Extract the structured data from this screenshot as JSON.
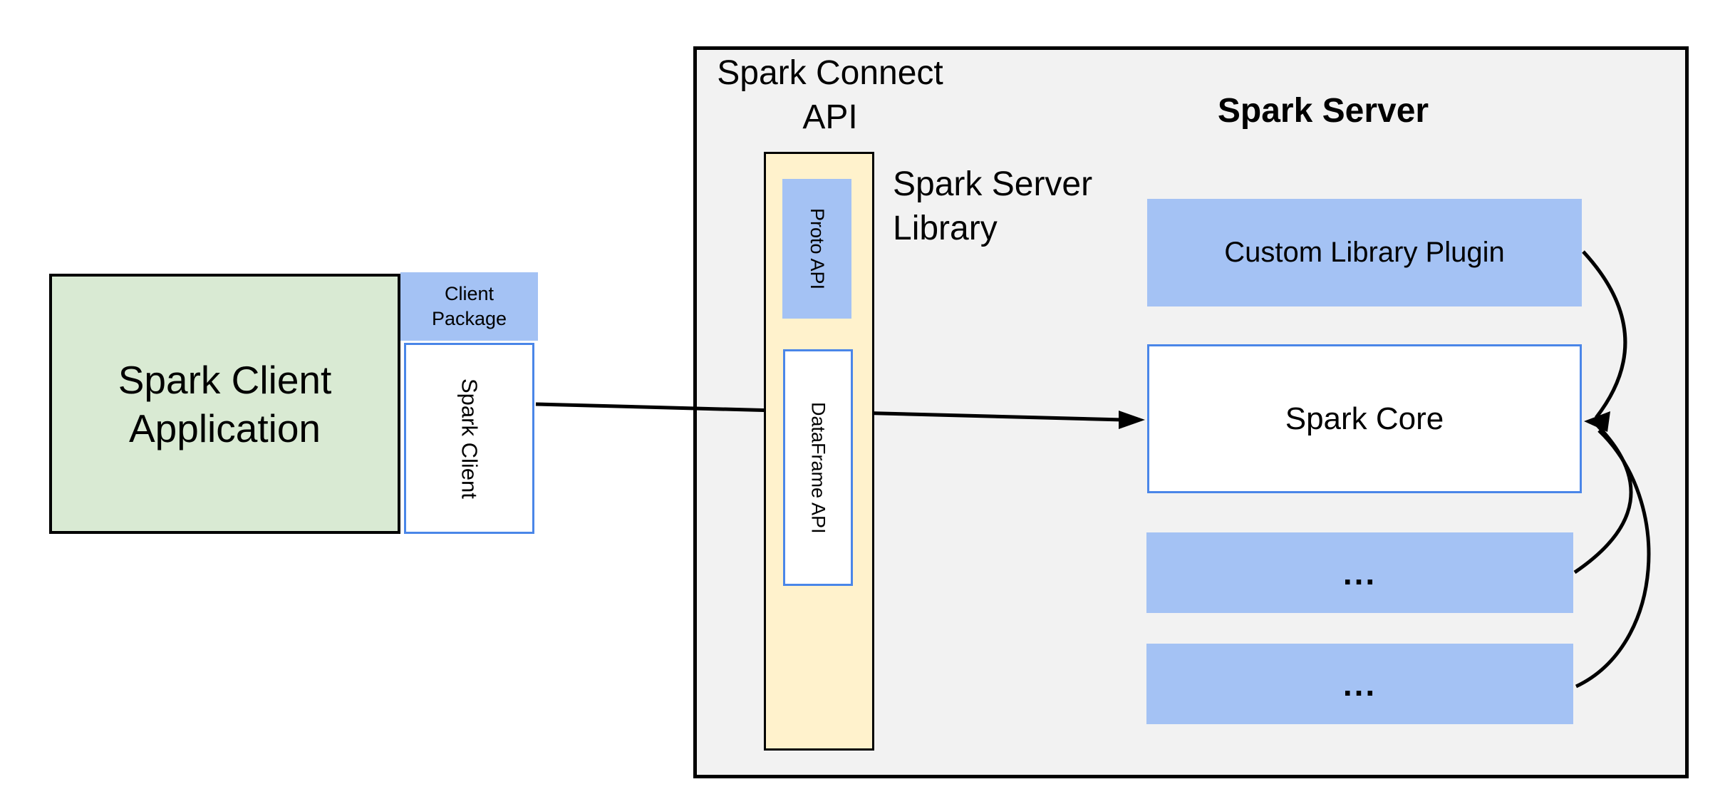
{
  "diagram": {
    "title": "Spark Connect architecture diagram",
    "colors": {
      "client_app_green": "#d9ead3",
      "accent_blue_fill": "#a4c2f4",
      "library_yellow": "#fff2cc",
      "box_blue_border": "#4a86e8",
      "server_container_gray": "#f2f2f2",
      "line_black": "#000000"
    },
    "labels": {
      "spark_client_application": "Spark Client\nApplication",
      "client_package": "Client\nPackage",
      "spark_client": "Spark Client",
      "spark_connect_api": "Spark Connect\nAPI",
      "proto_api": "Proto API",
      "dataframe_api": "DataFrame API",
      "spark_server_library": "Spark Server\nLibrary",
      "spark_server_title": "Spark Server",
      "custom_library_plugin": "Custom Library Plugin",
      "spark_core": "Spark Core",
      "ellipsis": "..."
    },
    "arrows": {
      "client_to_spark_core": "straight arrow from Spark Client to Spark Core",
      "plugin_to_spark_core": "curved arrow from Custom Library Plugin to Spark Core",
      "module1_to_spark_core": "curved arrow from first ellipsis module to Spark Core",
      "module2_to_spark_core": "curved arrow from second ellipsis module to Spark Core"
    }
  }
}
